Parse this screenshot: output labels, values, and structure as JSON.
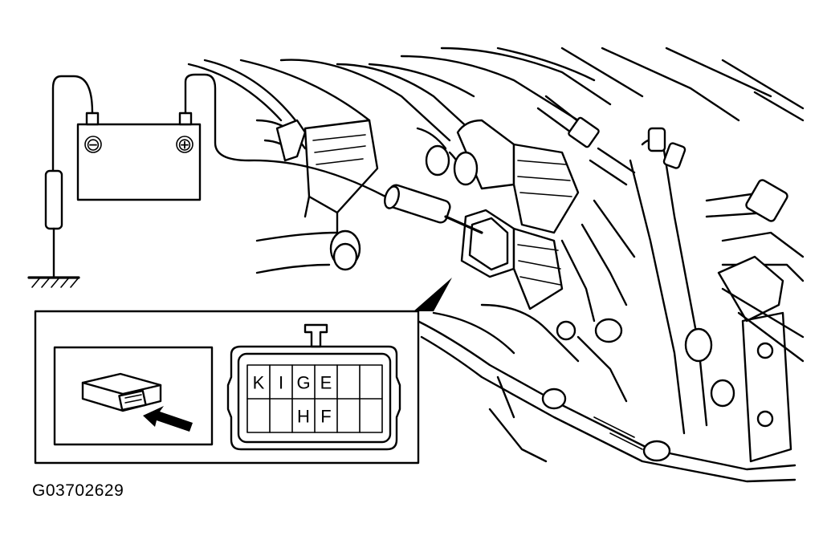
{
  "figure_code": "G03702629",
  "battery": {
    "negative_terminal": "⊖",
    "positive_terminal": "⊕"
  },
  "connector": {
    "top_row_pins": [
      "K",
      "I",
      "G",
      "E",
      "",
      ""
    ],
    "bottom_row_pins": [
      "",
      "",
      "H",
      "F",
      "",
      ""
    ]
  },
  "icons": {
    "battery": "battery-icon",
    "ground": "ground-icon",
    "arrow": "arrow-icon"
  },
  "colors": {
    "line": "#000000",
    "background": "#ffffff"
  }
}
